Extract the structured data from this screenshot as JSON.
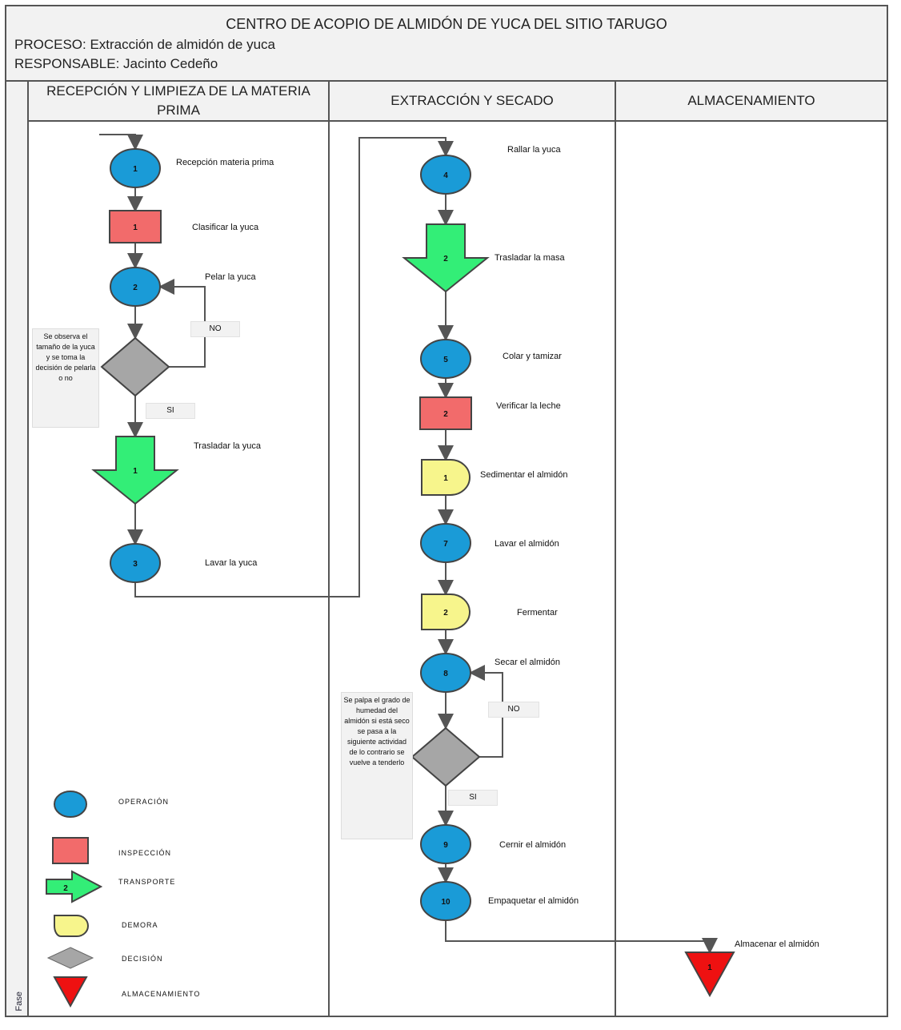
{
  "header": {
    "title": "CENTRO DE ACOPIO DE ALMIDÓN DE YUCA DEL SITIO TARUGO",
    "process": "PROCESO: Extracción de almidón de yuca",
    "responsible": "RESPONSABLE: Jacinto Cedeño"
  },
  "phase_label": "Fase",
  "lanes": [
    {
      "title": "RECEPCIÓN Y LIMPIEZA DE LA MATERIA PRIMA"
    },
    {
      "title": "EXTRACCIÓN Y SECADO"
    },
    {
      "title": "ALMACENAMIENTO"
    }
  ],
  "steps": [
    {
      "id": "s1",
      "type": "operacion",
      "num": "1",
      "label": "Recepción materia prima"
    },
    {
      "id": "s2",
      "type": "inspeccion",
      "num": "1",
      "label": "Clasificar la yuca"
    },
    {
      "id": "s3",
      "type": "operacion",
      "num": "2",
      "label": "Pelar la yuca"
    },
    {
      "id": "s4",
      "type": "decision",
      "num": "",
      "label": ""
    },
    {
      "id": "s5",
      "type": "transporte",
      "num": "1",
      "label": "Trasladar la yuca"
    },
    {
      "id": "s6",
      "type": "operacion",
      "num": "3",
      "label": "Lavar la yuca"
    },
    {
      "id": "s7",
      "type": "operacion",
      "num": "4",
      "label": "Rallar la yuca"
    },
    {
      "id": "s8",
      "type": "transporte",
      "num": "2",
      "label": "Trasladar la masa"
    },
    {
      "id": "s9",
      "type": "operacion",
      "num": "5",
      "label": "Colar y tamizar"
    },
    {
      "id": "s10",
      "type": "inspeccion",
      "num": "2",
      "label": "Verificar la leche"
    },
    {
      "id": "s11",
      "type": "demora",
      "num": "1",
      "label": "Sedimentar el almidón"
    },
    {
      "id": "s12",
      "type": "operacion",
      "num": "7",
      "label": "Lavar el almidón"
    },
    {
      "id": "s13",
      "type": "demora",
      "num": "2",
      "label": "Fermentar"
    },
    {
      "id": "s14",
      "type": "operacion",
      "num": "8",
      "label": "Secar el almidón"
    },
    {
      "id": "s15",
      "type": "decision",
      "num": "",
      "label": ""
    },
    {
      "id": "s16",
      "type": "operacion",
      "num": "9",
      "label": "Cernir el almidón"
    },
    {
      "id": "s17",
      "type": "operacion",
      "num": "10",
      "label": "Empaquetar el almidón"
    },
    {
      "id": "s18",
      "type": "almacenamiento",
      "num": "1",
      "label": "Almacenar el almidón"
    }
  ],
  "decisions": [
    {
      "note": "Se observa el tamaño de la yuca y se toma la decisión de pelarla o no",
      "no": "NO",
      "yes": "SI"
    },
    {
      "note": "Se palpa el grado de humedad del almidón si está seco se pasa a la siguiente actividad de lo contrario se vuelve a tenderlo",
      "no": "NO",
      "yes": "SI"
    }
  ],
  "legend": [
    {
      "type": "operacion",
      "label": "OPERACIÓN"
    },
    {
      "type": "inspeccion",
      "label": "INSPECCIÓN"
    },
    {
      "type": "transporte",
      "label": "TRANSPORTE",
      "num": "2"
    },
    {
      "type": "demora",
      "label": "DEMORA"
    },
    {
      "type": "decision",
      "label": "DECISIÓN"
    },
    {
      "type": "almacenamiento",
      "label": "ALMACENAMIENTO"
    }
  ],
  "colors": {
    "operacion": "#1a9bd7",
    "inspeccion": "#f26b6b",
    "transporte": "#33ee77",
    "demora": "#f7f58c",
    "decision": "#a6a6a6",
    "almacenamiento": "#ee1111",
    "line": "#555555"
  }
}
